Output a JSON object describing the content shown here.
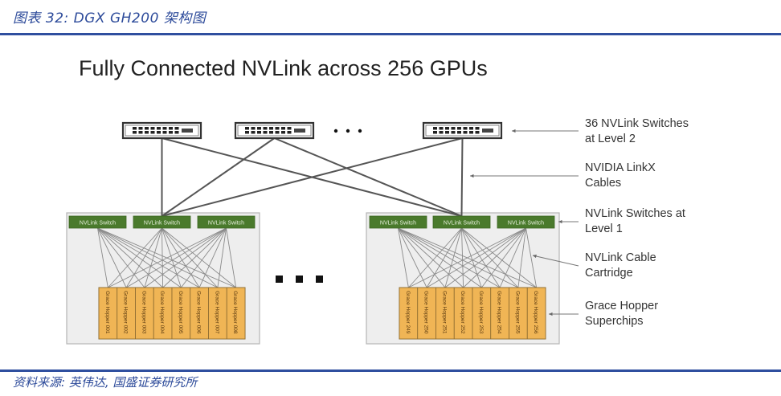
{
  "caption": "图表 32:  DGX GH200 架构图",
  "source": "资料来源:  英伟达,  国盛证券研究所",
  "diagram": {
    "title": "Fully Connected NVLink across 256 GPUs",
    "level2_switches": {
      "visible_count": 3,
      "total": 36,
      "ellipsis": "..."
    },
    "cartridges": [
      {
        "name": "left",
        "l1_switches": [
          "NVLink Switch",
          "NVLink Switch",
          "NVLink Switch"
        ],
        "superchips": [
          "Grace Hopper 001",
          "Grace Hopper 002",
          "Grace Hopper 003",
          "Grace Hopper 004",
          "Grace Hopper 005",
          "Grace Hopper 006",
          "Grace Hopper 007",
          "Grace Hopper 008"
        ]
      },
      {
        "name": "right",
        "l1_switches": [
          "NVLink Switch",
          "NVLink Switch",
          "NVLink Switch"
        ],
        "superchips": [
          "Grace Hopper 249",
          "Grace Hopper 250",
          "Grace Hopper 251",
          "Grace Hopper 252",
          "Grace Hopper 253",
          "Grace Hopper 254",
          "Grace Hopper 255",
          "Grace Hopper 256"
        ]
      }
    ],
    "labels": [
      {
        "line1": "36 NVLink Switches",
        "line2": "at Level 2"
      },
      {
        "line1": "NVIDIA LinkX",
        "line2": "Cables"
      },
      {
        "line1": "NVLink Switches at",
        "line2": "Level 1"
      },
      {
        "line1": "NVLink Cable",
        "line2": "Cartridge"
      },
      {
        "line1": "Grace Hopper",
        "line2": "Superchips"
      }
    ],
    "colors": {
      "switch_green": "#4a7a2c",
      "chip_orange": "#f0b555",
      "cartridge_bg": "#eeeeee",
      "accent_blue": "#2f4f9f"
    }
  }
}
